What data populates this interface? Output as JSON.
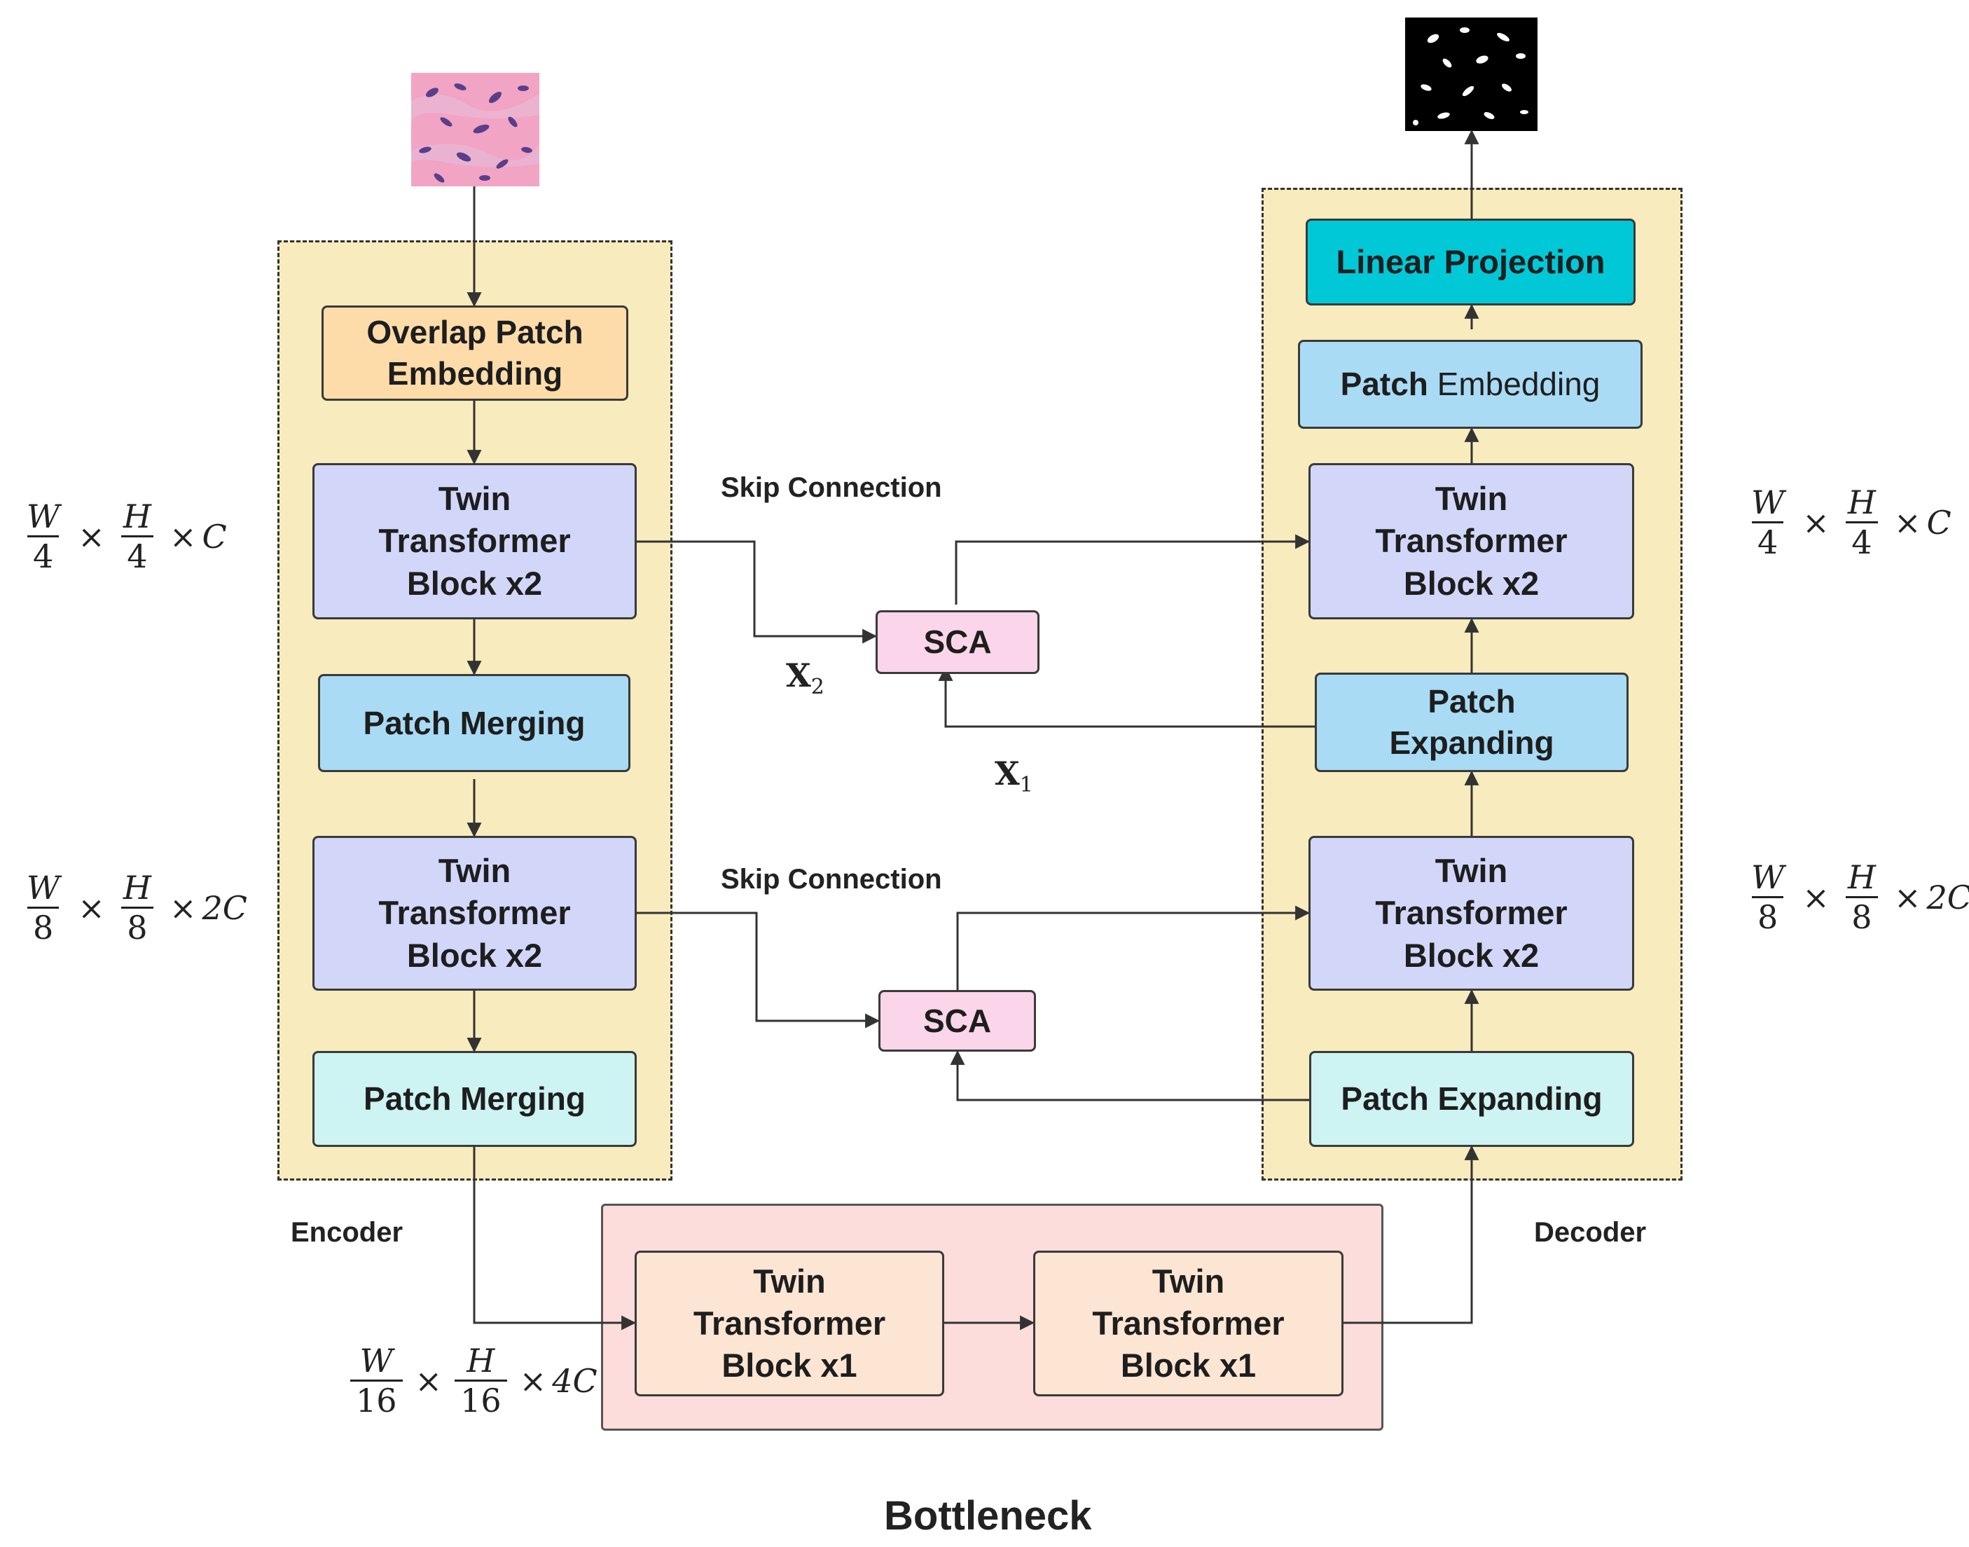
{
  "encoder": {
    "label": "Encoder",
    "overlap_patch": "Overlap Patch\nEmbedding",
    "twin1": "Twin\nTransformer\nBlock x2",
    "merge1": "Patch Merging",
    "twin2": "Twin\nTransformer\nBlock x2",
    "merge2": "Patch Merging"
  },
  "decoder": {
    "label": "Decoder",
    "linear_projection": "Linear Projection",
    "patch_embedding_bold": "Patch",
    "patch_embedding_rest": " Embedding",
    "twin1": "Twin\nTransformer\nBlock x2",
    "expand1": "Patch\nExpanding",
    "twin2": "Twin\nTransformer\nBlock x2",
    "expand2": "Patch Expanding"
  },
  "bottleneck": {
    "label": "Bottleneck",
    "block1": "Twin\nTransformer\nBlock x1",
    "block2": "Twin\nTransformer\nBlock x1"
  },
  "skip": {
    "label1": "Skip Connection",
    "label2": "Skip Connection",
    "sca1": "SCA",
    "sca2": "SCA",
    "x2": "X",
    "x2_sub": "2",
    "x1": "X",
    "x1_sub": "1"
  },
  "dims": {
    "level1": {
      "w_num": "W",
      "w_den": "4",
      "h_num": "H",
      "h_den": "4",
      "times": "×",
      "ch": "C"
    },
    "level2": {
      "w_num": "W",
      "w_den": "8",
      "h_num": "H",
      "h_den": "8",
      "times": "×",
      "ch": "2C"
    },
    "level3": {
      "w_num": "W",
      "w_den": "16",
      "h_num": "H",
      "h_den": "16",
      "times": "×",
      "ch": "4C"
    }
  },
  "colors": {
    "region": "#f8ebbd",
    "overlap_patch": "#fddcaa",
    "twin": "#d2d7fa",
    "patch_blue": "#a9dbf5",
    "patch_cyan": "#cdf3f3",
    "linear_projection": "#00c8d7",
    "sca": "#fbd5ea",
    "bottleneck_block": "#fde5d3"
  }
}
